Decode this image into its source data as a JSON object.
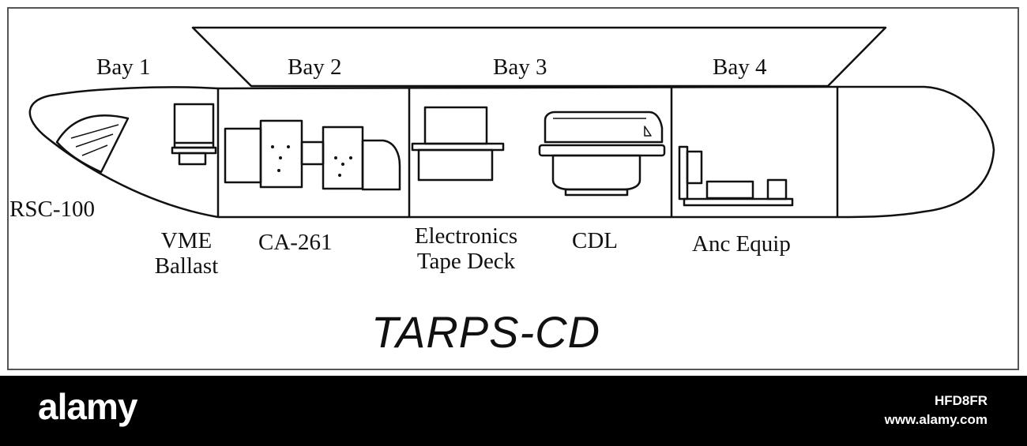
{
  "diagram": {
    "title": "TARPS-CD",
    "bays": [
      "Bay 1",
      "Bay 2",
      "Bay 3",
      "Bay 4"
    ],
    "components": {
      "rsc": "RSC-100",
      "vme_line1": "VME",
      "vme_line2": "Ballast",
      "ca": "CA-261",
      "electronics_line1": "Electronics",
      "electronics_line2": "Tape Deck",
      "cdl": "CDL",
      "anc": "Anc Equip"
    },
    "colors": {
      "line": "#111111",
      "frame": "#555555"
    }
  },
  "watermark": {
    "brand": "alamy",
    "image_id": "HFD8FR",
    "url": "www.alamy.com"
  }
}
